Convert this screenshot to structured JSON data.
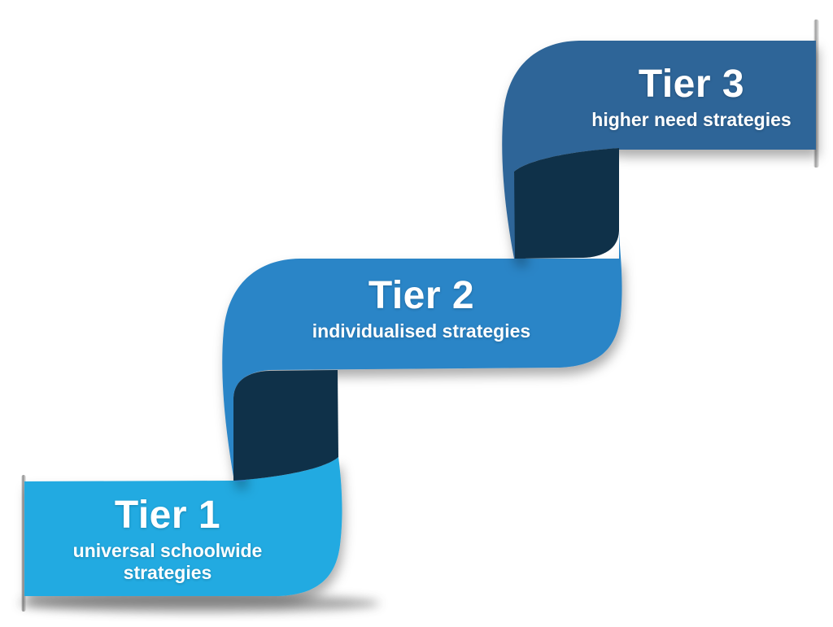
{
  "diagram": {
    "type": "tiered-ribbon-staircase",
    "background_color": "#ffffff",
    "ribbon_back_color": "#0f3149",
    "tiers": [
      {
        "label": "Tier 1",
        "description": "universal schoolwide strategies",
        "color": "#21aae1"
      },
      {
        "label": "Tier 2",
        "description": "individualised strategies",
        "color": "#2c85c7"
      },
      {
        "label": "Tier 3",
        "description": "higher need strategies",
        "color": "#2d6598"
      }
    ]
  }
}
